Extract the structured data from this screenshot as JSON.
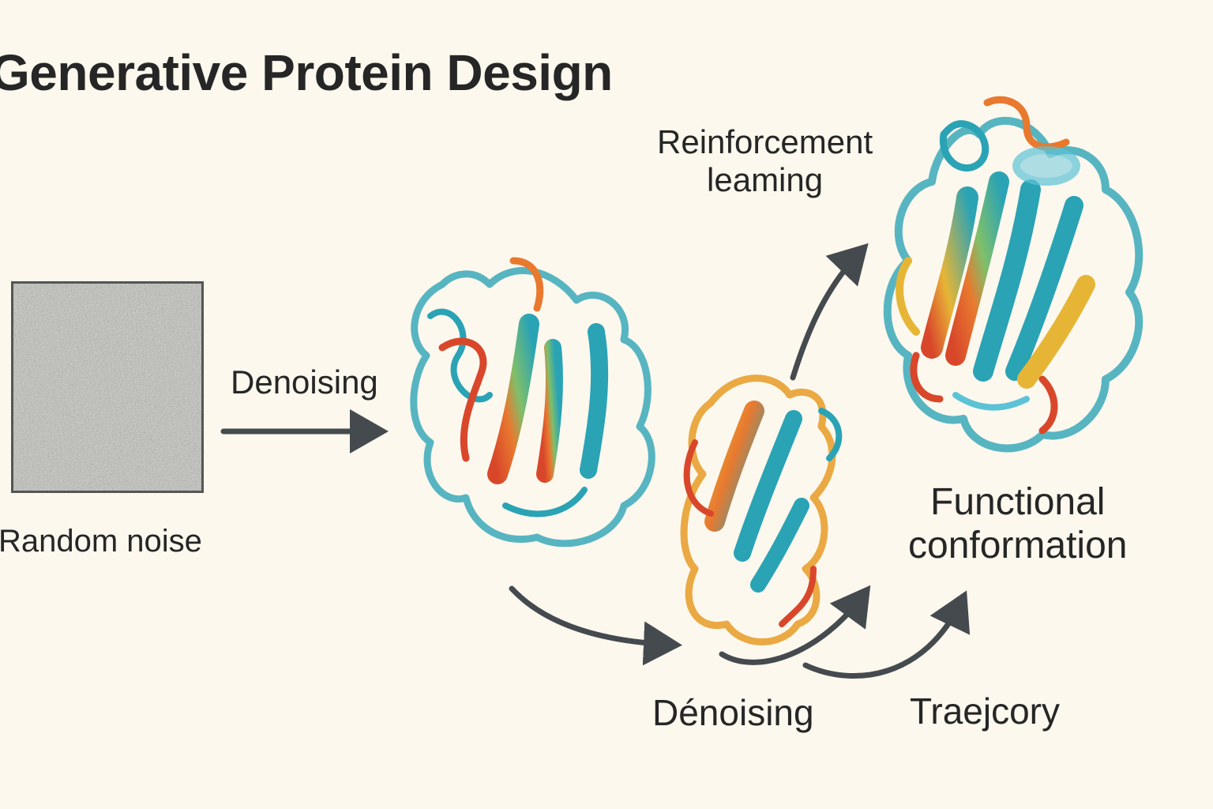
{
  "title": "Generative Protein Design",
  "labels": {
    "random_noise": "Random noise",
    "denoising_1": "Denoising",
    "reinforcement_line1": "Reinforcement",
    "reinforcement_line2": "leaming",
    "functional_line1": "Functional",
    "functional_line2": "conformation",
    "denoising_2": "Dénoising",
    "trajectory": "Traejcory"
  },
  "colors": {
    "background": "#fcf8ee",
    "text": "#262626",
    "arrow": "#454a4f",
    "teal": "#2aa3b5",
    "orange": "#e8792f",
    "red": "#d9472b",
    "yellow": "#e7b536",
    "light_blue": "#5cc3d6"
  },
  "icons": {
    "noise": "noise-square-icon",
    "protein_1": "protein-fold-icon",
    "protein_2": "protein-fold-icon",
    "protein_3": "protein-fold-icon",
    "arrows": "arrow-icon"
  }
}
